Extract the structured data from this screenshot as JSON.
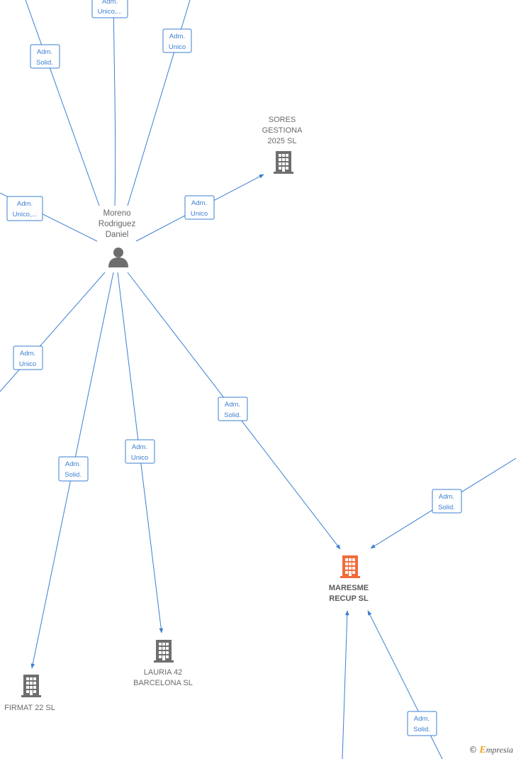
{
  "person": {
    "name_lines": [
      "Moreno",
      "Rodriguez",
      "Daniel"
    ],
    "icon": "person-icon"
  },
  "companies": {
    "sores": {
      "name_lines": [
        "SORES",
        "GESTIONA",
        "2025  SL"
      ],
      "icon": "building-icon"
    },
    "maresme": {
      "name_lines": [
        "MARESME",
        "RECUP  SL"
      ],
      "icon": "building-icon",
      "highlight": "#f26b3a"
    },
    "lauria": {
      "name_lines": [
        "LAURIA 42",
        "BARCELONA  SL"
      ],
      "icon": "building-icon"
    },
    "firmat": {
      "name_lines": [
        "FIRMAT 22  SL"
      ],
      "icon": "building-icon"
    }
  },
  "roles": {
    "top_center": [
      "Adm.",
      "Unico,..."
    ],
    "top_left": [
      "Adm.",
      "Solid."
    ],
    "top_right": [
      "Adm.",
      "Unico"
    ],
    "left": [
      "Adm.",
      "Unico,..."
    ],
    "to_sores": [
      "Adm.",
      "Unico"
    ],
    "lower_left": [
      "Adm.",
      "Unico"
    ],
    "to_maresme": [
      "Adm.",
      "Solid."
    ],
    "to_lauria": [
      "Adm.",
      "Unico"
    ],
    "to_firmat": [
      "Adm.",
      "Solid."
    ],
    "right_to_maresme": [
      "Adm.",
      "Solid."
    ],
    "bottom_to_maresme": [
      "Adm.",
      "Solid."
    ]
  },
  "colors": {
    "edge": "#3b7fd1",
    "node_icon": "#6e6e6e",
    "highlight": "#f26b3a"
  },
  "brand": {
    "copyright": "©",
    "initial": "E",
    "rest": "mpresia"
  }
}
